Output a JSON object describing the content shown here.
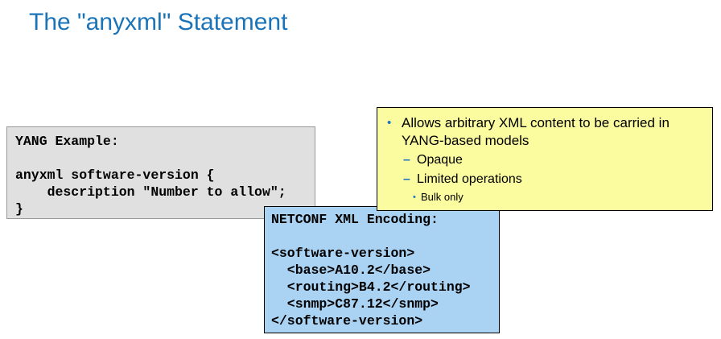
{
  "colors": {
    "title": "#1b74b8",
    "marker": "#2173c4",
    "yang_box_bg": "#e0e0e0",
    "yang_box_border": "#999999",
    "netconf_box_bg": "#a9d2f3",
    "notes_box_bg": "#fbfb9f",
    "dark_border": "#000000"
  },
  "title": "The \"anyxml\" Statement",
  "yang_box": {
    "lines": [
      "YANG Example:",
      "",
      "anyxml software-version {",
      "    description \"Number to allow\";",
      "}"
    ]
  },
  "netconf_box": {
    "lines": [
      "NETCONF XML Encoding:",
      "",
      "<software-version>",
      "  <base>A10.2</base>",
      "  <routing>B4.2</routing>",
      "  <snmp>C87.12</snmp>",
      "</software-version>"
    ]
  },
  "notes_box": {
    "items": [
      {
        "marker": "•",
        "text": "Allows arbitrary XML content to be carried in YANG-based models"
      },
      {
        "marker": "–",
        "text": "Opaque"
      },
      {
        "marker": "–",
        "text": "Limited operations"
      },
      {
        "marker": "•",
        "text": "Bulk only"
      }
    ]
  }
}
